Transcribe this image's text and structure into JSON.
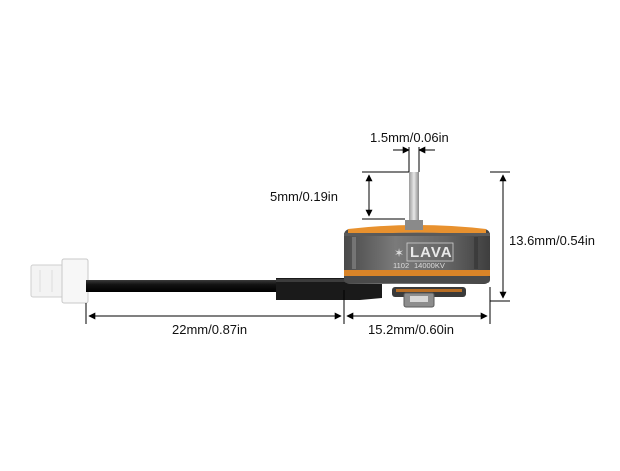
{
  "dimensions": {
    "shaft_diameter": "1.5mm/0.06in",
    "shaft_length": "5mm/0.19in",
    "motor_height": "13.6mm/0.54in",
    "wire_length": "22mm/0.87in",
    "motor_diameter": "15.2mm/0.60in"
  },
  "motor": {
    "brand": "LAVA",
    "model": "1102",
    "kv": "14000KV"
  },
  "colors": {
    "body": "#6b6b6b",
    "accent": "#e8912e",
    "wire": "#151515",
    "connector": "#f2f2f2",
    "dimension_line": "#000000"
  }
}
